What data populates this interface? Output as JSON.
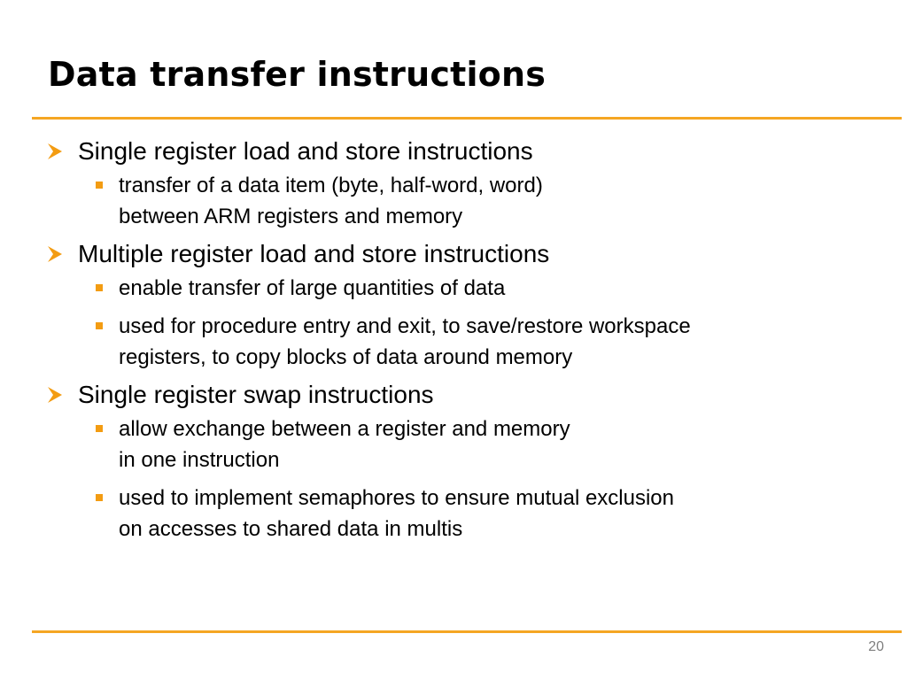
{
  "slide": {
    "title": "Data transfer instructions",
    "page_number": "20",
    "colors": {
      "accent": "#f39c12",
      "rule": "#f5a623",
      "page_number": "#7f7f7f",
      "text": "#000000"
    },
    "bullets": [
      {
        "icon": "arrowhead-bullet-icon",
        "text": "Single register load and store instructions",
        "sub": [
          {
            "icon": "square-bullet-icon",
            "lines": [
              "transfer of a data item (byte, half-word, word)",
              "between ARM registers and memory"
            ]
          }
        ]
      },
      {
        "icon": "arrowhead-bullet-icon",
        "text": "Multiple register load and store instructions",
        "sub": [
          {
            "icon": "square-bullet-icon",
            "lines": [
              "enable transfer of large quantities of data"
            ]
          },
          {
            "icon": "square-bullet-icon",
            "lines": [
              "used for procedure entry and exit, to save/restore workspace",
              "registers, to copy blocks of data around memory"
            ]
          }
        ]
      },
      {
        "icon": "arrowhead-bullet-icon",
        "text": "Single register swap instructions",
        "sub": [
          {
            "icon": "square-bullet-icon",
            "lines": [
              "allow exchange between a register and memory",
              "in one instruction"
            ]
          },
          {
            "icon": "square-bullet-icon",
            "lines": [
              "used to implement semaphores to ensure mutual exclusion",
              "on accesses to shared data in multis"
            ]
          }
        ]
      }
    ]
  }
}
